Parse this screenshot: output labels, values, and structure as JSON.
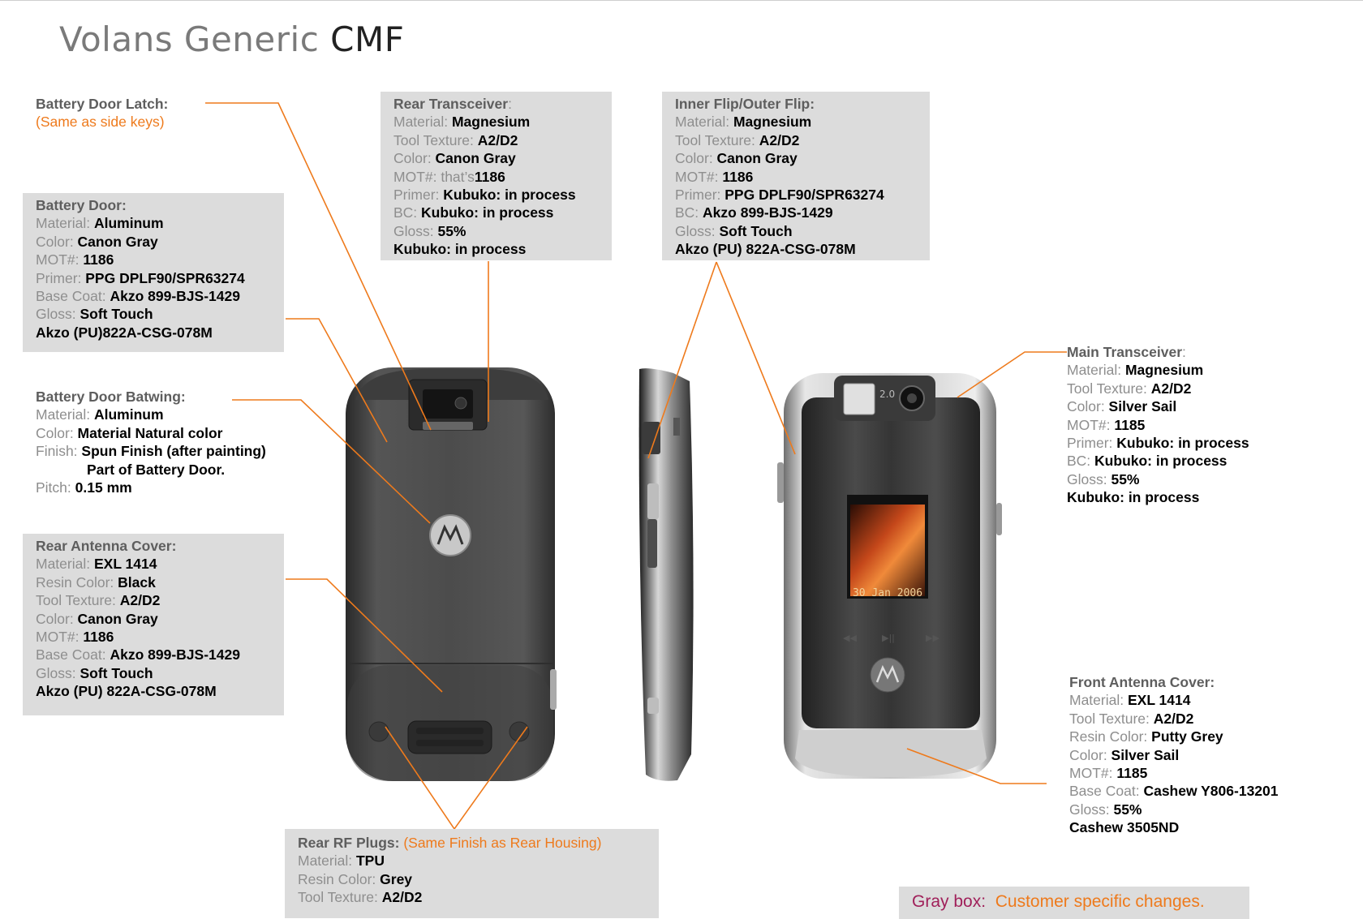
{
  "title": {
    "prefix": "Volans Generic ",
    "suffix": "CMF"
  },
  "phone": {
    "date_text": "30 Jan 2006",
    "camera_badge": "2.0"
  },
  "latch": {
    "heading": "Battery Door Latch:",
    "note": "(Same as side keys)"
  },
  "battery_door": {
    "heading": "Battery Door:",
    "rows": [
      {
        "label": "Material: ",
        "value": "Aluminum"
      },
      {
        "label": "Color: ",
        "value": "Canon Gray"
      },
      {
        "label": "MOT#: ",
        "value": "1186"
      },
      {
        "label": "Primer: ",
        "value": "PPG DPLF90/SPR63274"
      },
      {
        "label": "Base Coat: ",
        "value": "Akzo 899-BJS-1429"
      },
      {
        "label": "Gloss: ",
        "value": "Soft Touch"
      },
      {
        "label": "",
        "value": "Akzo (PU)822A-CSG-078M"
      }
    ]
  },
  "batwing": {
    "heading": "Battery Door Batwing:",
    "rows": [
      {
        "label": "Material: ",
        "value": "Aluminum"
      },
      {
        "label": "Color: ",
        "value": "Material Natural color"
      },
      {
        "label": "Finish: ",
        "value": "Spun Finish (after painting)"
      },
      {
        "label": "",
        "value": "Part of Battery Door."
      },
      {
        "label": "Pitch: ",
        "value": "0.15 mm"
      }
    ]
  },
  "rear_antenna": {
    "heading": "Rear Antenna Cover:",
    "rows": [
      {
        "label": "Material: ",
        "value": "EXL 1414"
      },
      {
        "label": "Resin Color: ",
        "value": "Black"
      },
      {
        "label": "Tool Texture: ",
        "value": "A2/D2"
      },
      {
        "label": "Color: ",
        "value": "Canon Gray"
      },
      {
        "label": "MOT#: ",
        "value": "1186"
      },
      {
        "label": "Base Coat: ",
        "value": "Akzo 899-BJS-1429"
      },
      {
        "label": "Gloss: ",
        "value": "Soft Touch"
      },
      {
        "label": "",
        "value": "Akzo (PU) 822A-CSG-078M"
      }
    ]
  },
  "rear_transceiver": {
    "heading": "Rear Transceiver",
    "heading_suffix": ":",
    "rows": [
      {
        "label": "Material: ",
        "value": "Magnesium"
      },
      {
        "label": "Tool Texture: ",
        "value": "A2/D2"
      },
      {
        "label": "Color: ",
        "value": "Canon Gray"
      },
      {
        "label": "MOT#: that’s",
        "value": "1186"
      },
      {
        "label": "Primer: ",
        "value": "Kubuko: in process"
      },
      {
        "label": "BC: ",
        "value": "Kubuko: in process"
      },
      {
        "label": "Gloss: ",
        "value": "55%"
      },
      {
        "label": "",
        "value": "Kubuko: in process"
      }
    ]
  },
  "flip": {
    "heading": "Inner Flip/Outer Flip:",
    "rows": [
      {
        "label": "Material: ",
        "value": "Magnesium"
      },
      {
        "label": "Tool Texture: ",
        "value": "A2/D2"
      },
      {
        "label": "Color: ",
        "value": "Canon Gray"
      },
      {
        "label": "MOT#: ",
        "value": "1186"
      },
      {
        "label": "Primer: ",
        "value": "PPG DPLF90/SPR63274"
      },
      {
        "label": "BC: ",
        "value": "Akzo 899-BJS-1429"
      },
      {
        "label": "Gloss: ",
        "value": "Soft Touch"
      },
      {
        "label": "",
        "value": "Akzo (PU) 822A-CSG-078M"
      }
    ]
  },
  "main_transceiver": {
    "heading": "Main Transceiver",
    "heading_suffix": ":",
    "rows": [
      {
        "label": "Material: ",
        "value": "Magnesium"
      },
      {
        "label": "Tool Texture: ",
        "value": "A2/D2"
      },
      {
        "label": "Color: ",
        "value": "Silver Sail"
      },
      {
        "label": "MOT#: ",
        "value": "1185"
      },
      {
        "label": "Primer: ",
        "value": "Kubuko: in process"
      },
      {
        "label": "BC: ",
        "value": "Kubuko: in process"
      },
      {
        "label": "Gloss: ",
        "value": "55%"
      },
      {
        "label": "",
        "value": "Kubuko: in process"
      }
    ]
  },
  "front_antenna": {
    "heading": "Front Antenna Cover:",
    "rows": [
      {
        "label": "Material: ",
        "value": "EXL 1414"
      },
      {
        "label": "Tool Texture: ",
        "value": "A2/D2"
      },
      {
        "label": "Resin Color: ",
        "value": "Putty Grey"
      },
      {
        "label": "Color: ",
        "value": "Silver Sail"
      },
      {
        "label": "MOT#: ",
        "value": "1185"
      },
      {
        "label": "Base Coat: ",
        "value": "Cashew Y806-13201"
      },
      {
        "label": "Gloss: ",
        "value": "55%"
      },
      {
        "label": "",
        "value": "Cashew 3505ND"
      }
    ]
  },
  "rf_plugs": {
    "heading": "Rear RF Plugs: ",
    "note": "(Same Finish as Rear Housing)",
    "rows": [
      {
        "label": "Material: ",
        "value": "TPU"
      },
      {
        "label": "Resin Color: ",
        "value": "Grey"
      },
      {
        "label": "Tool Texture: ",
        "value": "A2/D2"
      }
    ]
  },
  "legend": {
    "key": "Gray box:",
    "value": "Customer specific changes."
  },
  "colors": {
    "accent": "#ee7a1c",
    "box": "#dcdcdc",
    "label_gray": "#8e8e8e",
    "legend_key": "#a0205a"
  }
}
